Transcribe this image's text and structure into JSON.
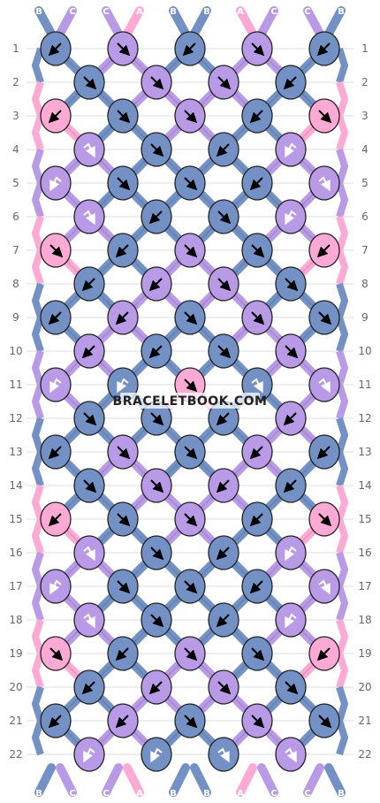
{
  "watermark": "BRACELETBOOK.COM",
  "colors": {
    "A": "#ffaad5",
    "B": "#7391c5",
    "C": "#b89ae6"
  },
  "strands_top": [
    "B",
    "C",
    "C",
    "A",
    "B",
    "B",
    "A",
    "C",
    "C",
    "B"
  ],
  "strands_bottom": [
    "B",
    "C",
    "C",
    "A",
    "B",
    "B",
    "A",
    "C",
    "C",
    "B"
  ],
  "rows": [
    {
      "label": "1",
      "knots": [
        {
          "c": "B",
          "d": "sw"
        },
        {
          "c": "C",
          "d": "se"
        },
        {
          "c": "B",
          "d": "sw"
        },
        {
          "c": "C",
          "d": "se"
        },
        {
          "c": "B",
          "d": "sw"
        }
      ]
    },
    {
      "label": "2",
      "knots": [
        {
          "c": "B",
          "d": "se"
        },
        {
          "c": "C",
          "d": "se"
        },
        {
          "c": "C",
          "d": "se"
        },
        {
          "c": "B",
          "d": "sw"
        }
      ]
    },
    {
      "label": "3",
      "knots": [
        {
          "c": "A",
          "d": "sw"
        },
        {
          "c": "B",
          "d": "se"
        },
        {
          "c": "C",
          "d": "se"
        },
        {
          "c": "B",
          "d": "sw"
        },
        {
          "c": "A",
          "d": "se"
        }
      ]
    },
    {
      "label": "4",
      "knots": [
        {
          "c": "C",
          "d": "sse"
        },
        {
          "c": "B",
          "d": "se"
        },
        {
          "c": "B",
          "d": "sw"
        },
        {
          "c": "C",
          "d": "ssw"
        }
      ]
    },
    {
      "label": "5",
      "knots": [
        {
          "c": "C",
          "d": "ssw"
        },
        {
          "c": "B",
          "d": "se"
        },
        {
          "c": "B",
          "d": "se"
        },
        {
          "c": "B",
          "d": "sw"
        },
        {
          "c": "C",
          "d": "sse"
        }
      ]
    },
    {
      "label": "6",
      "knots": [
        {
          "c": "C",
          "d": "sse"
        },
        {
          "c": "B",
          "d": "sw"
        },
        {
          "c": "B",
          "d": "se"
        },
        {
          "c": "C",
          "d": "ssw"
        }
      ]
    },
    {
      "label": "7",
      "knots": [
        {
          "c": "A",
          "d": "se"
        },
        {
          "c": "B",
          "d": "sw"
        },
        {
          "c": "C",
          "d": "se"
        },
        {
          "c": "B",
          "d": "se"
        },
        {
          "c": "A",
          "d": "sw"
        }
      ]
    },
    {
      "label": "8",
      "knots": [
        {
          "c": "B",
          "d": "sw"
        },
        {
          "c": "C",
          "d": "sw"
        },
        {
          "c": "C",
          "d": "se"
        },
        {
          "c": "B",
          "d": "se"
        }
      ]
    },
    {
      "label": "9",
      "knots": [
        {
          "c": "B",
          "d": "sw"
        },
        {
          "c": "C",
          "d": "sw"
        },
        {
          "c": "B",
          "d": "se"
        },
        {
          "c": "C",
          "d": "se"
        },
        {
          "c": "B",
          "d": "se"
        }
      ]
    },
    {
      "label": "10",
      "knots": [
        {
          "c": "C",
          "d": "sw"
        },
        {
          "c": "B",
          "d": "sw"
        },
        {
          "c": "B",
          "d": "se"
        },
        {
          "c": "C",
          "d": "se"
        }
      ]
    },
    {
      "label": "11",
      "knots": [
        {
          "c": "C",
          "d": "ssw"
        },
        {
          "c": "B",
          "d": "ssw"
        },
        {
          "c": "A",
          "d": "se"
        },
        {
          "c": "B",
          "d": "sse"
        },
        {
          "c": "C",
          "d": "sse"
        }
      ]
    },
    {
      "label": "12",
      "knots": [
        {
          "c": "B",
          "d": "se"
        },
        {
          "c": "B",
          "d": "se"
        },
        {
          "c": "B",
          "d": "sw"
        },
        {
          "c": "C",
          "d": "sw"
        }
      ]
    },
    {
      "label": "13",
      "knots": [
        {
          "c": "B",
          "d": "sw"
        },
        {
          "c": "C",
          "d": "se"
        },
        {
          "c": "B",
          "d": "se"
        },
        {
          "c": "C",
          "d": "sw"
        },
        {
          "c": "B",
          "d": "sw"
        }
      ]
    },
    {
      "label": "14",
      "knots": [
        {
          "c": "B",
          "d": "se"
        },
        {
          "c": "C",
          "d": "se"
        },
        {
          "c": "C",
          "d": "sw"
        },
        {
          "c": "B",
          "d": "sw"
        }
      ]
    },
    {
      "label": "15",
      "knots": [
        {
          "c": "A",
          "d": "sw"
        },
        {
          "c": "B",
          "d": "se"
        },
        {
          "c": "C",
          "d": "se"
        },
        {
          "c": "B",
          "d": "sw"
        },
        {
          "c": "A",
          "d": "se"
        }
      ]
    },
    {
      "label": "16",
      "knots": [
        {
          "c": "C",
          "d": "sse"
        },
        {
          "c": "B",
          "d": "se"
        },
        {
          "c": "B",
          "d": "sw"
        },
        {
          "c": "C",
          "d": "ssw"
        }
      ]
    },
    {
      "label": "17",
      "knots": [
        {
          "c": "C",
          "d": "ssw"
        },
        {
          "c": "B",
          "d": "se"
        },
        {
          "c": "B",
          "d": "se"
        },
        {
          "c": "B",
          "d": "sw"
        },
        {
          "c": "C",
          "d": "sse"
        }
      ]
    },
    {
      "label": "18",
      "knots": [
        {
          "c": "C",
          "d": "sse"
        },
        {
          "c": "B",
          "d": "se"
        },
        {
          "c": "B",
          "d": "sw"
        },
        {
          "c": "C",
          "d": "ssw"
        }
      ]
    },
    {
      "label": "19",
      "knots": [
        {
          "c": "A",
          "d": "se"
        },
        {
          "c": "B",
          "d": "sw"
        },
        {
          "c": "C",
          "d": "se"
        },
        {
          "c": "B",
          "d": "se"
        },
        {
          "c": "A",
          "d": "sw"
        }
      ]
    },
    {
      "label": "20",
      "knots": [
        {
          "c": "B",
          "d": "sw"
        },
        {
          "c": "C",
          "d": "sw"
        },
        {
          "c": "C",
          "d": "se"
        },
        {
          "c": "B",
          "d": "se"
        }
      ]
    },
    {
      "label": "21",
      "knots": [
        {
          "c": "B",
          "d": "sw"
        },
        {
          "c": "C",
          "d": "sw"
        },
        {
          "c": "B",
          "d": "se"
        },
        {
          "c": "C",
          "d": "se"
        },
        {
          "c": "B",
          "d": "se"
        }
      ]
    },
    {
      "label": "22",
      "knots": [
        {
          "c": "C",
          "d": "ssw"
        },
        {
          "c": "B",
          "d": "ssw"
        },
        {
          "c": "B",
          "d": "sse"
        },
        {
          "c": "C",
          "d": "sse"
        }
      ]
    }
  ]
}
